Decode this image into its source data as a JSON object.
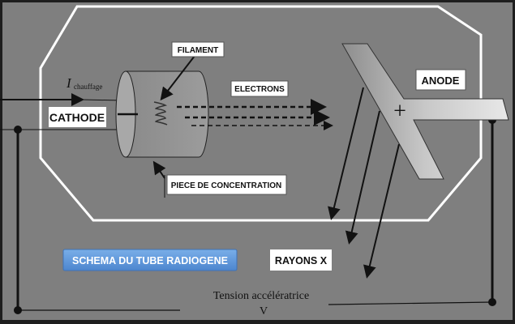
{
  "diagram": {
    "title": "SCHEMA DU TUBE RADIOGENE",
    "labels": {
      "filament": "FILAMENT",
      "electrons": "ELECTRONS",
      "cathode": "CATHODE",
      "anode": "ANODE",
      "piece": "PIECE DE CONCENTRATION",
      "rayons": "RAYONS X",
      "current_symbol": "I",
      "current_sub": "chauffage",
      "tension": "Tension accélératrice",
      "voltage": "V",
      "cathode_sign": "−",
      "anode_sign": "+"
    },
    "colors": {
      "background": "#7f7f7f",
      "title_button": "#5b93d6"
    }
  }
}
